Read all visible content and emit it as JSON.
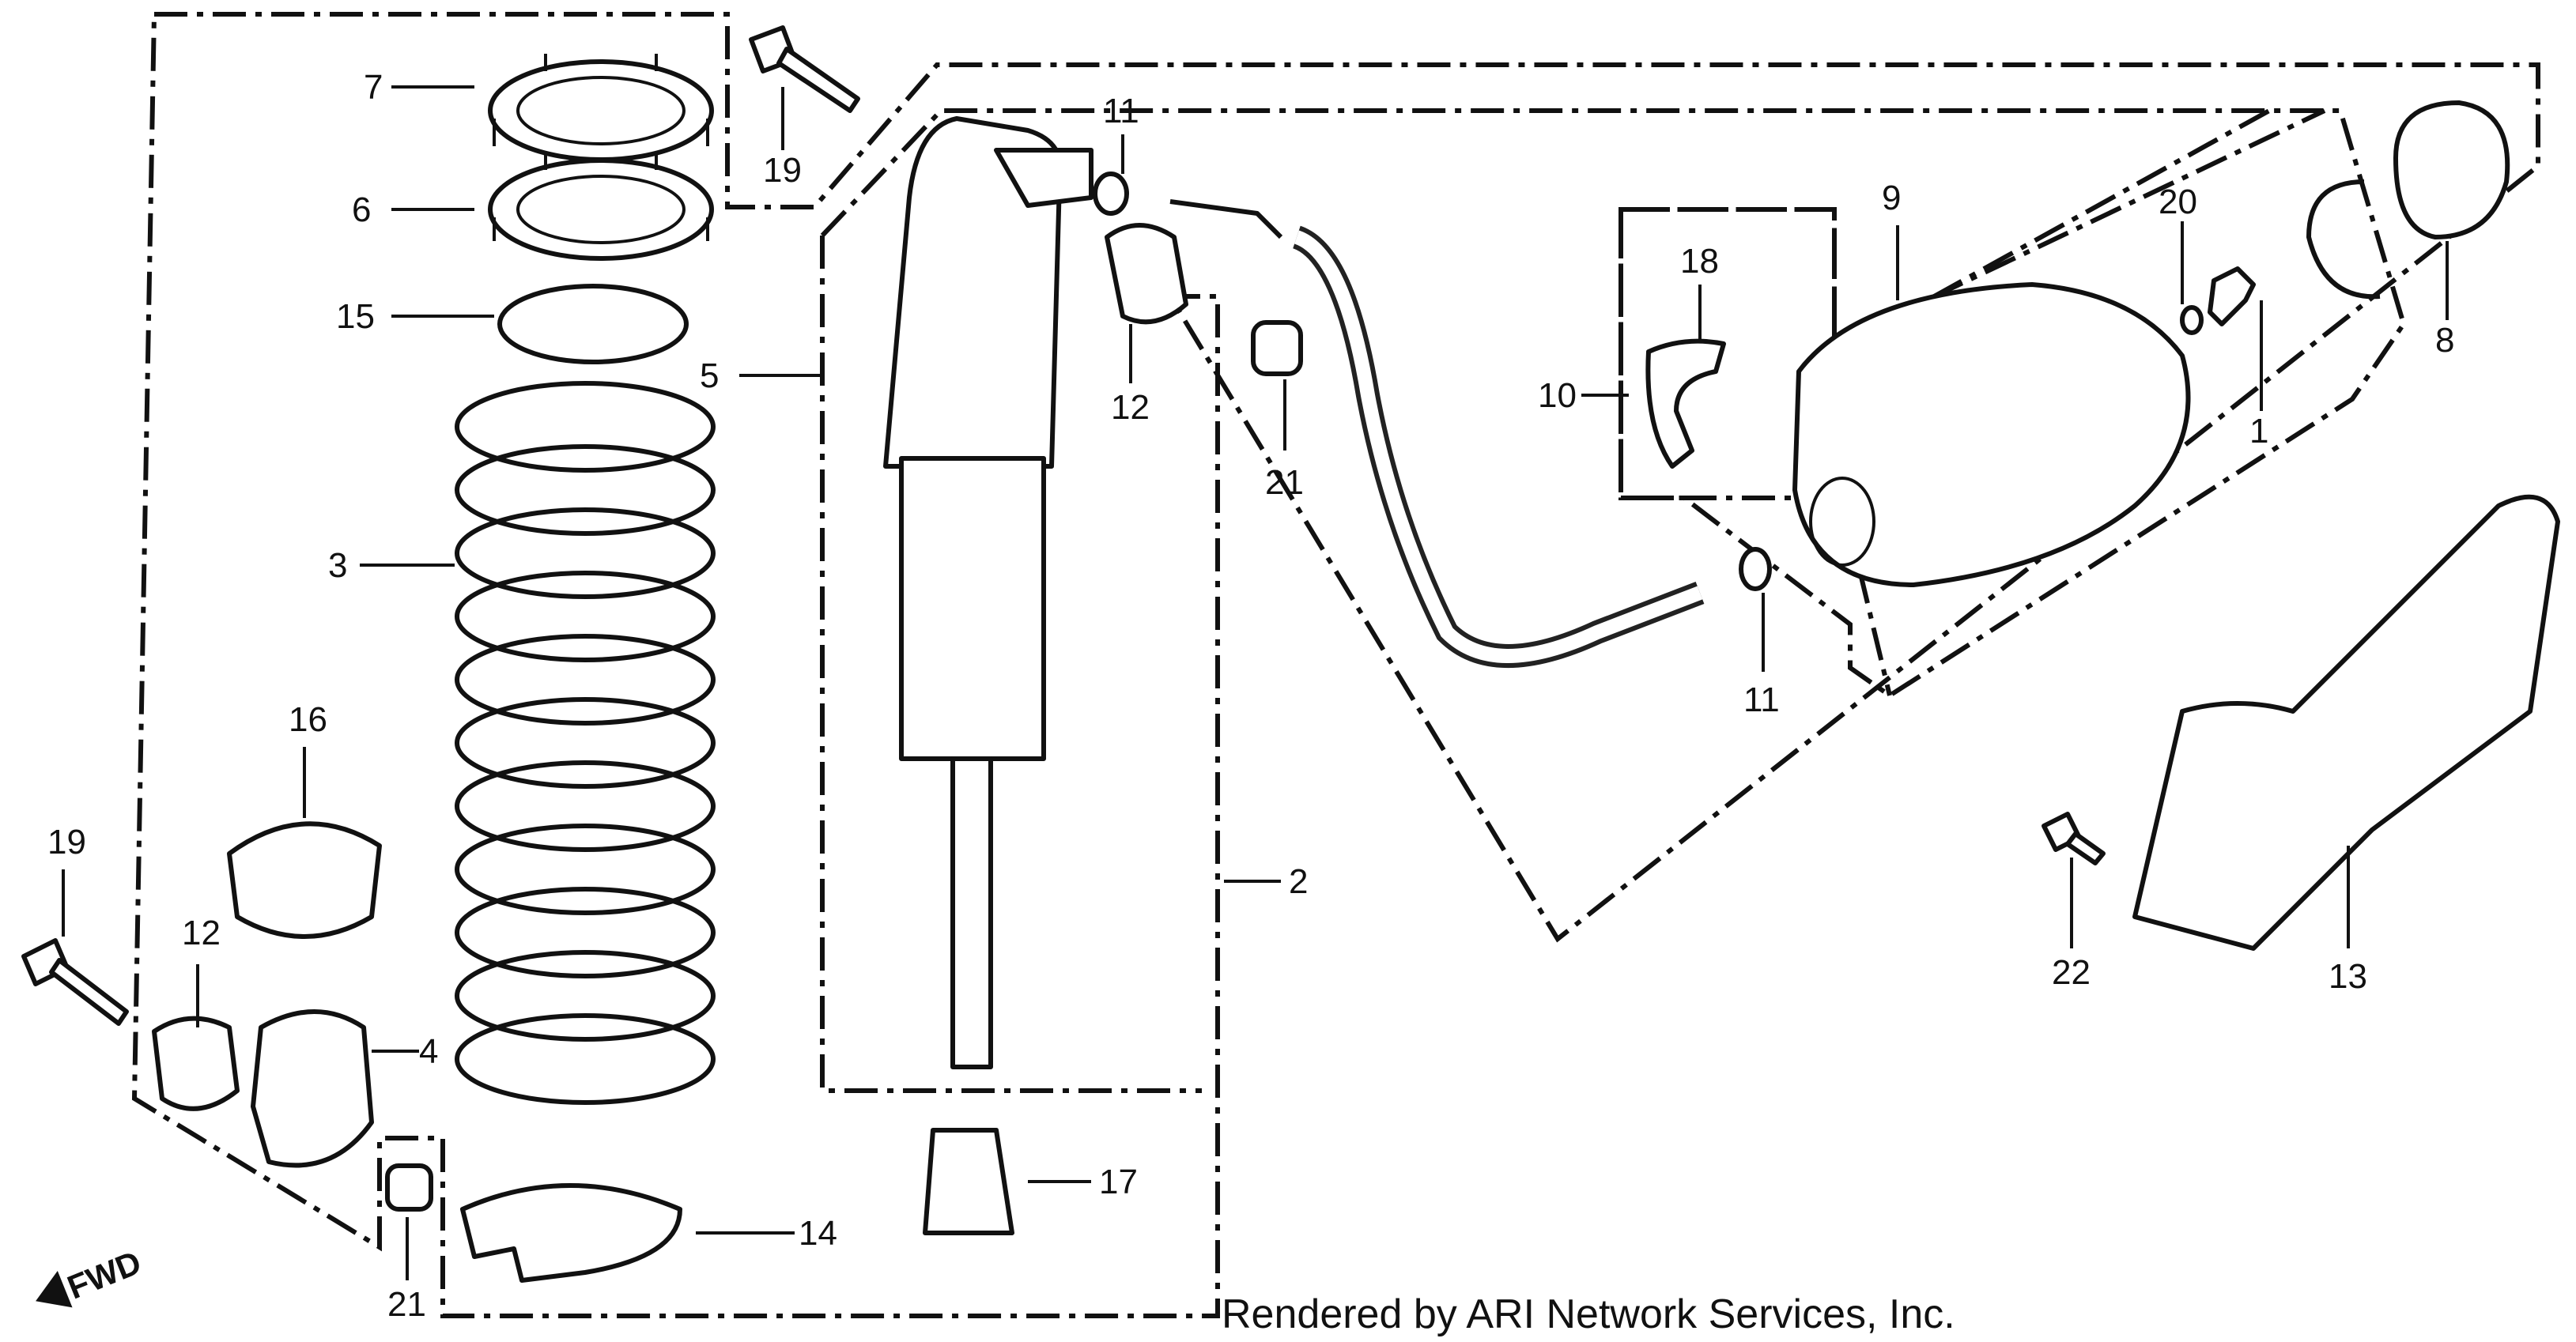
{
  "callouts": [
    {
      "id": "c7",
      "label": "7"
    },
    {
      "id": "c6",
      "label": "6"
    },
    {
      "id": "c15",
      "label": "15"
    },
    {
      "id": "c3",
      "label": "3"
    },
    {
      "id": "c16",
      "label": "16"
    },
    {
      "id": "c19a",
      "label": "19"
    },
    {
      "id": "c19b",
      "label": "19"
    },
    {
      "id": "c12a",
      "label": "12"
    },
    {
      "id": "c4",
      "label": "4"
    },
    {
      "id": "c21a",
      "label": "21"
    },
    {
      "id": "c14",
      "label": "14"
    },
    {
      "id": "c5",
      "label": "5"
    },
    {
      "id": "c11a",
      "label": "11"
    },
    {
      "id": "c12b",
      "label": "12"
    },
    {
      "id": "c21b",
      "label": "21"
    },
    {
      "id": "c2",
      "label": "2"
    },
    {
      "id": "c17",
      "label": "17"
    },
    {
      "id": "c11b",
      "label": "11"
    },
    {
      "id": "c9",
      "label": "9"
    },
    {
      "id": "c18",
      "label": "18"
    },
    {
      "id": "c10",
      "label": "10"
    },
    {
      "id": "c20",
      "label": "20"
    },
    {
      "id": "c1",
      "label": "1"
    },
    {
      "id": "c8",
      "label": "8"
    },
    {
      "id": "c22",
      "label": "22"
    },
    {
      "id": "c13",
      "label": "13"
    }
  ],
  "fwd_label": "FWD",
  "credit": "Rendered by ARI Network Services, Inc."
}
